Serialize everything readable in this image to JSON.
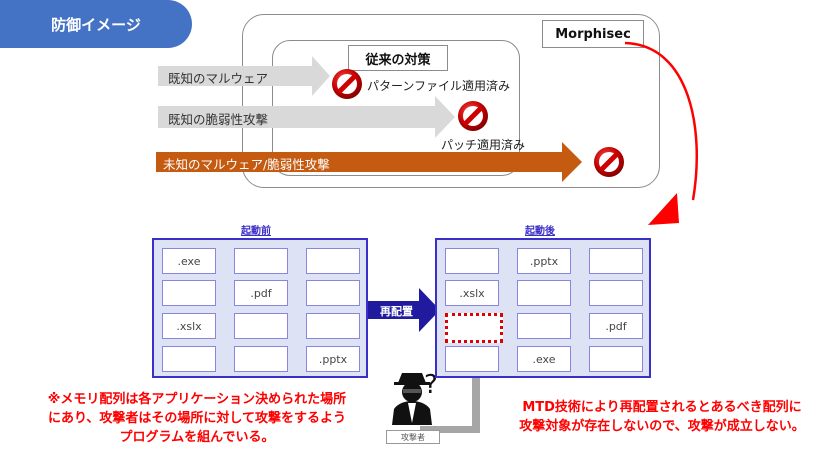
{
  "title": "防御イメージ",
  "labels": {
    "conventional": "従来の対策",
    "morphisec": "Morphisec"
  },
  "threats": [
    {
      "label": "既知のマルウェア",
      "color": "#d9d9d9",
      "blocked_note": "パターンファイル適用済み"
    },
    {
      "label": "既知の脆弱性攻撃",
      "color": "#d9d9d9",
      "blocked_note": "パッチ適用済み"
    },
    {
      "label": "未知のマルウェア/脆弱性攻撃",
      "color": "#c55a11",
      "blocked_note": ""
    }
  ],
  "memory": {
    "before": {
      "title": "起動前",
      "cells": [
        ".exe",
        "",
        "",
        "",
        ".pdf",
        "",
        ".xslx",
        "",
        "",
        "",
        "",
        ".pptx"
      ]
    },
    "after": {
      "title": "起動後",
      "cells": [
        "",
        ".pptx",
        "",
        ".xslx",
        "",
        "",
        "",
        "",
        ".pdf",
        "",
        ".exe",
        ""
      ]
    },
    "relocate_label": "再配置"
  },
  "attacker_label": "攻撃者",
  "notes": {
    "left": [
      "※メモリ配列は各アプリケーション決められた場所",
      "にあり、攻撃者はその場所に対して攻撃をするよう",
      "プログラムを組んでいる。"
    ],
    "right": [
      "MTD技術により再配置されるとあるべき配列に",
      "攻撃対象が存在しないので、攻撃が成立しない。"
    ]
  },
  "colors": {
    "title_bg": "#4472C4",
    "memory_border": "#3b2fc9",
    "memory_fill": "#dde3f4",
    "relocate_arrow": "#1f1a9e",
    "alert_red": "#ff0000",
    "threat_known": "#d9d9d9",
    "threat_unknown": "#c55a11"
  }
}
